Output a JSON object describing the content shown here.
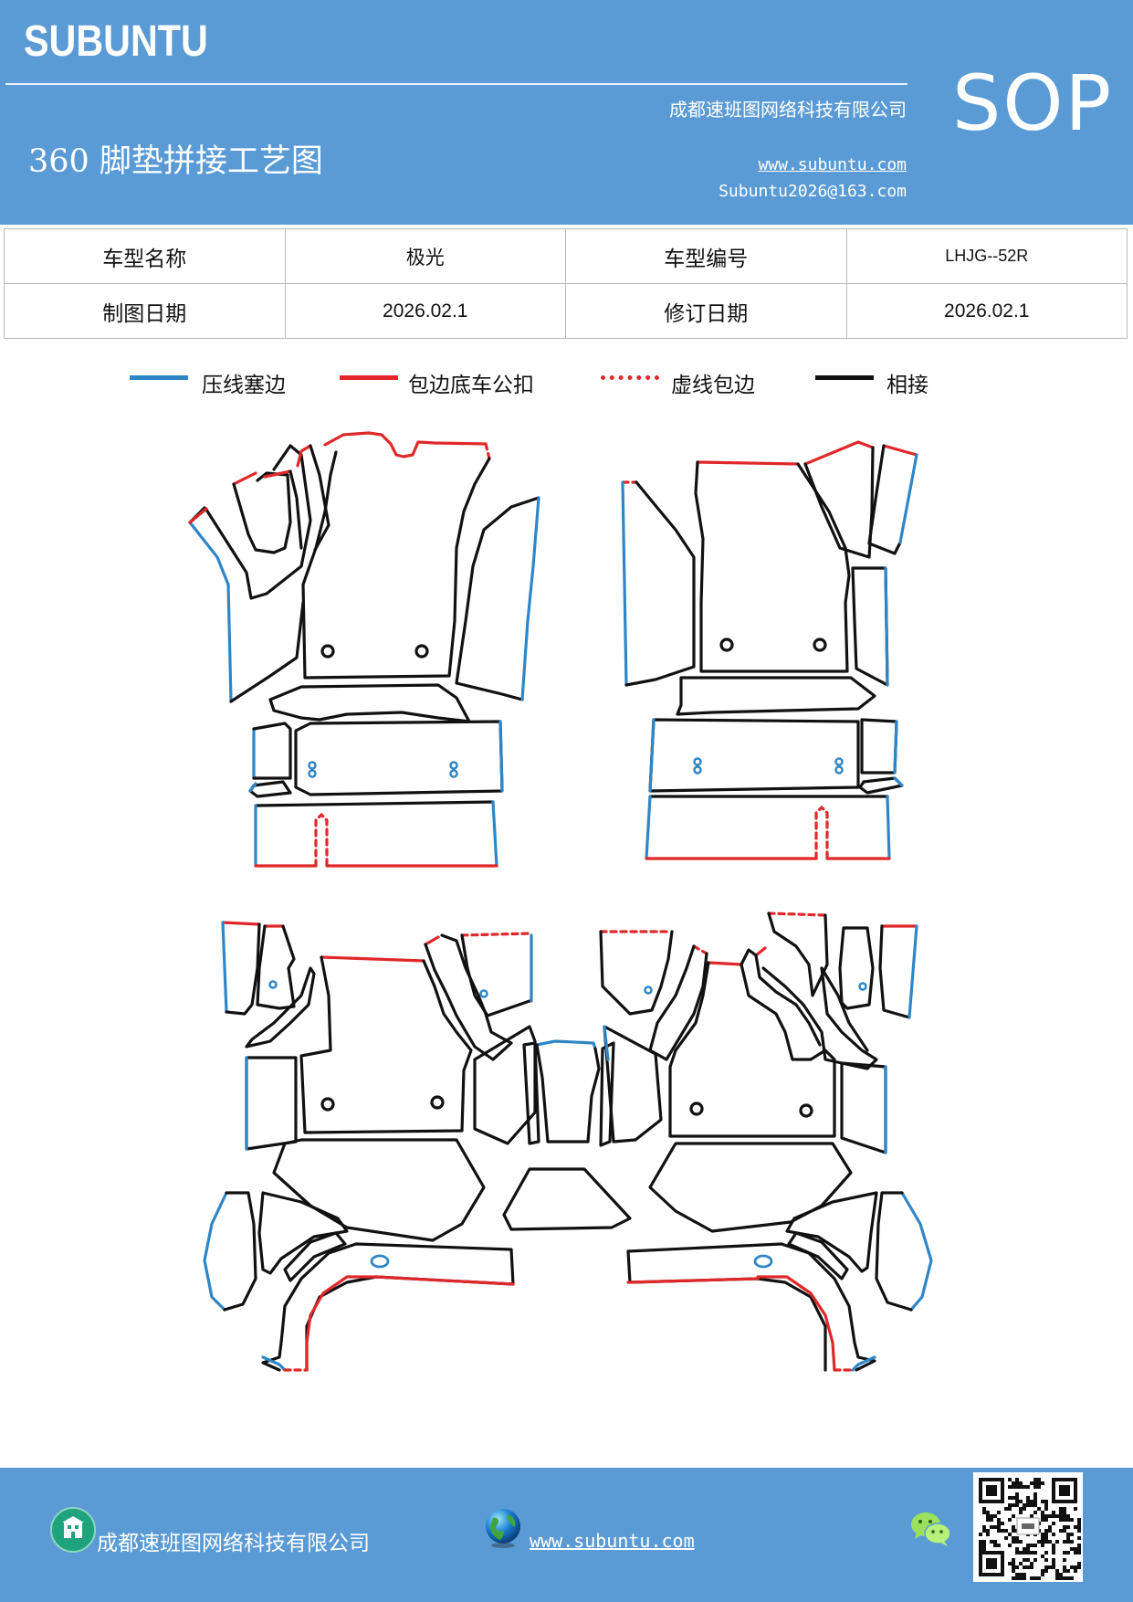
{
  "header": {
    "brand": "SUBUNTU",
    "badge": "SOP",
    "company": "成都速班图网络科技有限公司",
    "title": "360 脚垫拼接工艺图",
    "website": "www.subuntu.com",
    "email": "Subuntu2026@163.com"
  },
  "info_table": {
    "rows": [
      {
        "label_1": "车型名称",
        "value_1": "极光",
        "label_2": "车型编号",
        "value_2": "LHJG--52R"
      },
      {
        "label_1": "制图日期",
        "value_1": "2026.02.1",
        "label_2": "修订日期",
        "value_2": "2026.02.1"
      }
    ]
  },
  "legend": {
    "items": [
      {
        "label": "压线塞边",
        "color": "#2f86c6",
        "style": "solid"
      },
      {
        "label": "包边底车公扣",
        "color": "#e0282a",
        "style": "solid"
      },
      {
        "label": "虚线包边",
        "color": "#e0282a",
        "style": "dashed"
      },
      {
        "label": "相接",
        "color": "#111111",
        "style": "solid"
      }
    ]
  },
  "footer": {
    "company": "成都速班图网络科技有限公司",
    "website": "www.subuntu.com"
  },
  "icons": [
    "building-icon",
    "globe-icon",
    "wechat-icon",
    "qr-code"
  ],
  "colors": {
    "brand_blue": "#5b9bd5",
    "press_line_blue": "#2f86c6",
    "edge_red": "#e0282a",
    "joint_black": "#111111"
  }
}
